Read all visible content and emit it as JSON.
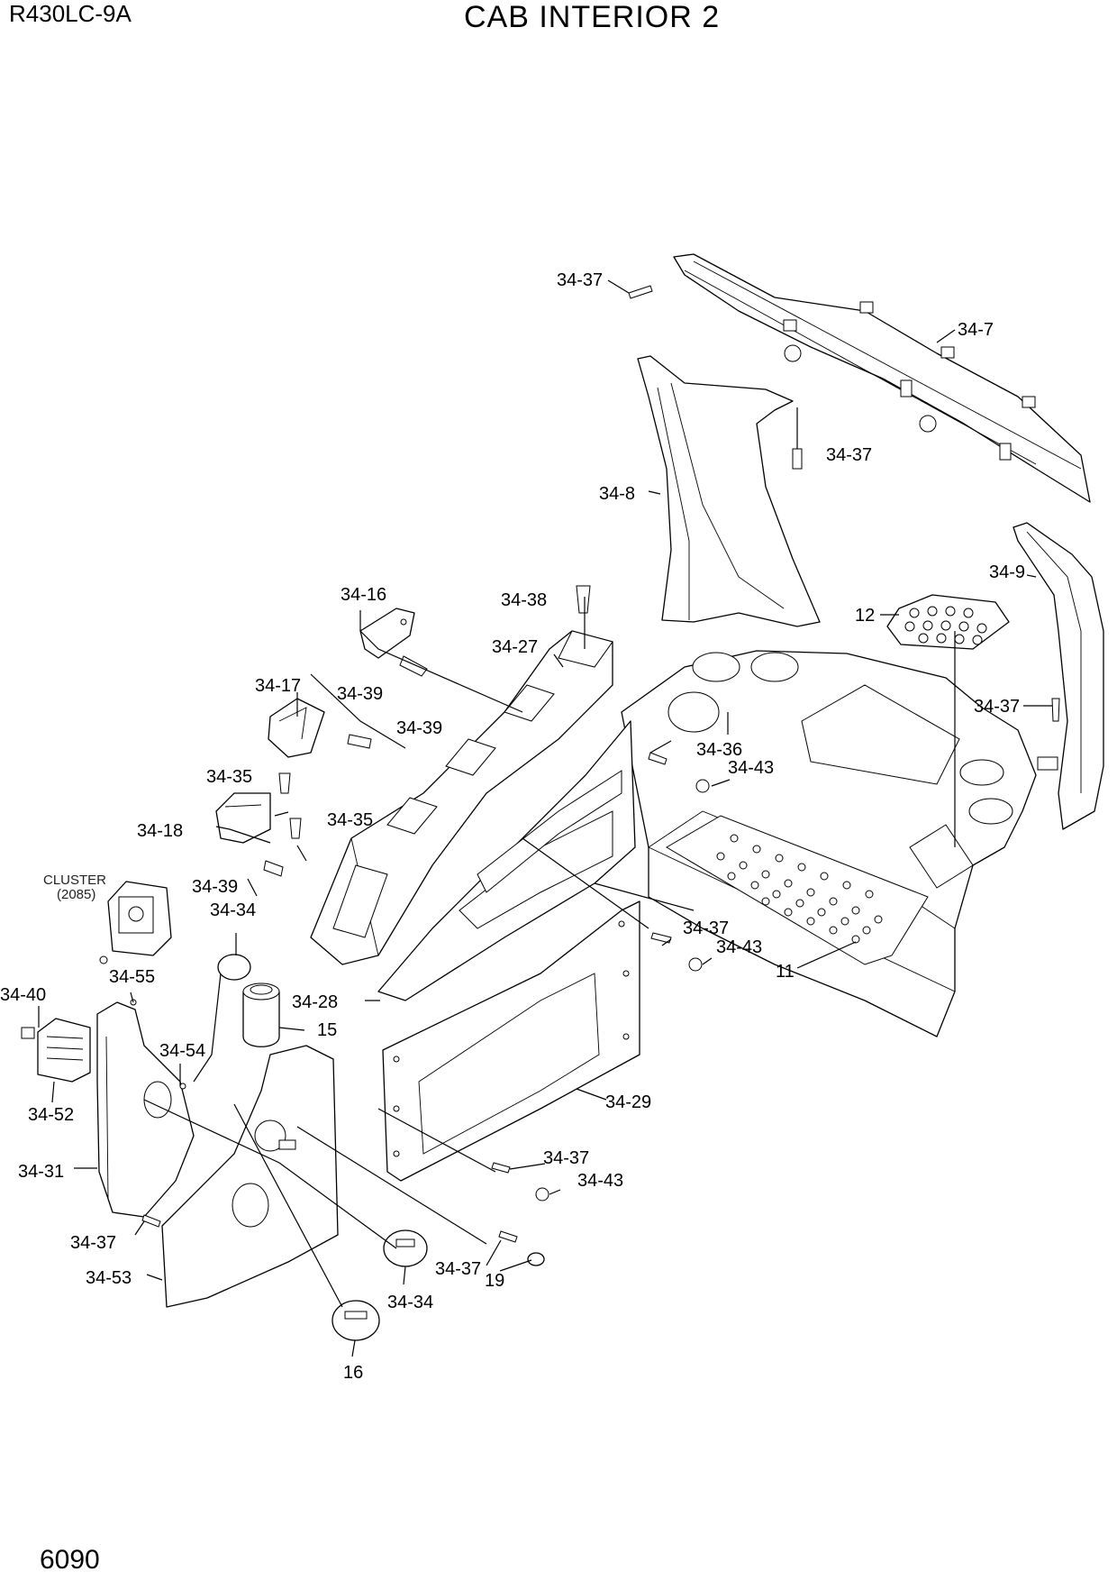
{
  "header": {
    "model": "R430LC-9A",
    "title": "CAB INTERIOR 2",
    "page_number": "6090"
  },
  "cluster_note": {
    "label": "CLUSTER",
    "ref": "(2085)"
  },
  "callouts": {
    "c_34_37_a": "34-37",
    "c_34_7": "34-7",
    "c_34_37_b": "34-37",
    "c_34_8": "34-8",
    "c_34_9": "34-9",
    "c_34_16": "34-16",
    "c_34_38": "34-38",
    "c_12": "12",
    "c_34_27": "34-27",
    "c_34_39_a": "34-39",
    "c_34_17": "34-17",
    "c_34_39_b": "34-39",
    "c_34_37_c": "34-37",
    "c_34_36": "34-36",
    "c_34_43_a": "34-43",
    "c_34_35_a": "34-35",
    "c_34_18": "34-18",
    "c_34_35_b": "34-35",
    "c_34_39_c": "34-39",
    "c_34_34_a": "34-34",
    "c_34_37_d": "34-37",
    "c_34_43_b": "34-43",
    "c_11": "11",
    "c_34_40": "34-40",
    "c_34_55": "34-55",
    "c_34_28": "34-28",
    "c_15": "15",
    "c_34_54": "34-54",
    "c_34_52": "34-52",
    "c_34_29": "34-29",
    "c_34_31": "34-31",
    "c_34_37_e": "34-37",
    "c_34_43_c": "34-43",
    "c_34_37_f": "34-37",
    "c_34_53": "34-53",
    "c_34_37_g": "34-37",
    "c_19": "19",
    "c_34_34_b": "34-34",
    "c_16": "16"
  }
}
